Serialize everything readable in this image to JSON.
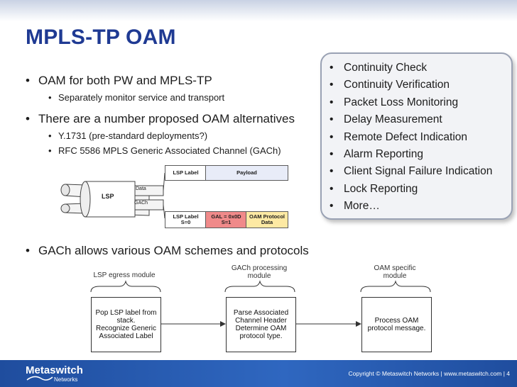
{
  "slide": {
    "title": "MPLS-TP OAM",
    "bullets": [
      {
        "text": "OAM for both PW and MPLS-TP",
        "sub": [
          "Separately monitor service and transport"
        ]
      },
      {
        "text": "There are a number proposed OAM alternatives",
        "sub": [
          "Y.1731 (pre-standard deployments?)",
          "RFC 5586 MPLS Generic Associated Channel (GACh)"
        ]
      },
      {
        "text": "GACh allows various OAM schemes and protocols",
        "sub": []
      }
    ],
    "panel_items": [
      "Continuity Check",
      "Continuity Verification",
      "Packet Loss Monitoring",
      "Delay Measurement",
      "Remote Defect Indication",
      "Alarm Reporting",
      "Client Signal Failure Indication",
      "Lock Reporting",
      "More…"
    ]
  },
  "lsp_diagram": {
    "lsp": "LSP",
    "data": "Data",
    "gach": "GACh",
    "top_packet": {
      "label": "LSP Label",
      "payload": "Payload"
    },
    "bottom_packet": {
      "label": "LSP Label",
      "label_s": "S=0",
      "gal": "GAL = 0x0D",
      "gal_s": "S=1",
      "oam": "OAM Protocol",
      "oam_data": "Data"
    }
  },
  "flow": {
    "modules": [
      {
        "label": "LSP egress module",
        "box": [
          "Pop LSP label from",
          "stack.",
          "Recognize Generic",
          "Associated Label"
        ]
      },
      {
        "label": [
          "GACh processing",
          "module"
        ],
        "box": [
          "Parse Associated",
          "Channel Header",
          "Determine OAM",
          "protocol type."
        ]
      },
      {
        "label": [
          "OAM specific",
          "module"
        ],
        "box": [
          "Process OAM",
          "protocol message."
        ]
      }
    ]
  },
  "footer": {
    "logo": "Metaswitch",
    "logo_sub": "Networks",
    "copyright": "Copyright © Metaswitch Networks  |  www.metaswitch.com  |  4"
  },
  "colors": {
    "title": "#1f3a93",
    "footer": "#2a5db0",
    "payload_fill": "#e8ecf8",
    "gal_fill": "#f08a8a",
    "oam_fill": "#fde9a3"
  }
}
